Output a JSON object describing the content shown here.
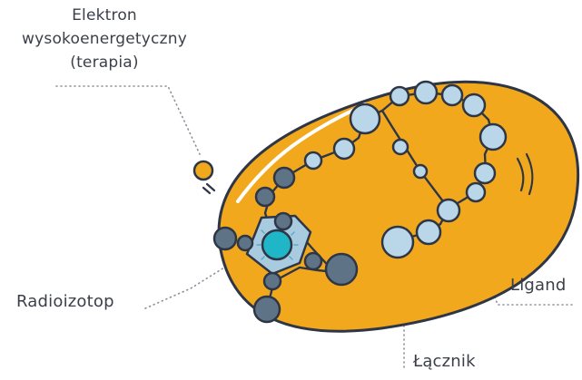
{
  "labels": {
    "electron": [
      "Elektron",
      "wysokoenergetyczny",
      "(terapia)"
    ],
    "radioisotope": "Radioizotop",
    "ligand": "Ligand",
    "linker": "Łącznik"
  },
  "colors": {
    "capsule_fill": "#F2A81D",
    "outline": "#2E3646",
    "bead_light": "#B9D7E8",
    "bead_dark": "#5E7386",
    "chelator": "#A8CBE0",
    "isotope_core": "#1FB7C8",
    "electron": "#F2A81D",
    "leader_line": "#8A8F99",
    "text": "#3B3F4A"
  },
  "icons": [
    "electron-particle-icon",
    "radioisotope-core-icon",
    "chelator-cage-icon",
    "ligand-peptide-chain-icon"
  ]
}
